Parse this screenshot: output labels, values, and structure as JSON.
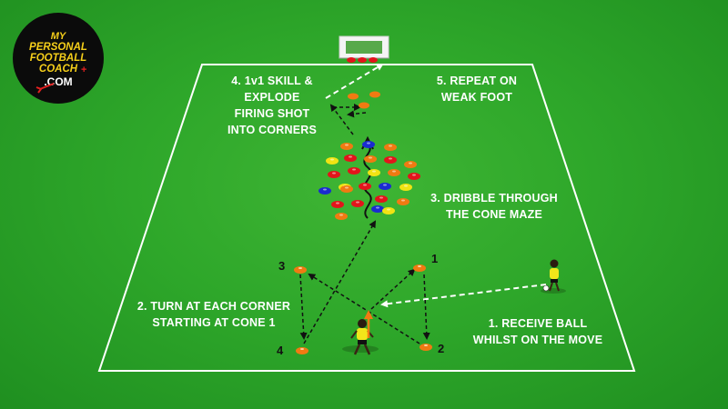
{
  "logo": {
    "lines": [
      "MY",
      "PERSONAL",
      "FOOTBALL",
      "COACH",
      ".COM"
    ]
  },
  "labels": {
    "step1": [
      "1. RECEIVE BALL",
      "WHILST ON THE MOVE"
    ],
    "step2": [
      "2. TURN AT EACH CORNER",
      "STARTING AT CONE 1"
    ],
    "step3": [
      "3. DRIBBLE THROUGH",
      "THE CONE MAZE"
    ],
    "step4": [
      "4. 1v1 SKILL &",
      "EXPLODE",
      "FIRING SHOT",
      "INTO CORNERS"
    ],
    "step5": [
      "5. REPEAT ON",
      "WEAK FOOT"
    ]
  },
  "cone_numbers": [
    "1",
    "2",
    "3",
    "4"
  ],
  "colors": {
    "pitch": "#2ea72a",
    "lines": "#ffffff",
    "cone_orange": "#f07a12",
    "cone_red": "#e3141b",
    "cone_yellow": "#f1e313",
    "cone_blue": "#1a2bd0",
    "logo_yellow": "#f6cf1a",
    "logo_red": "#e32020",
    "player_kit": "#f2e61a"
  }
}
